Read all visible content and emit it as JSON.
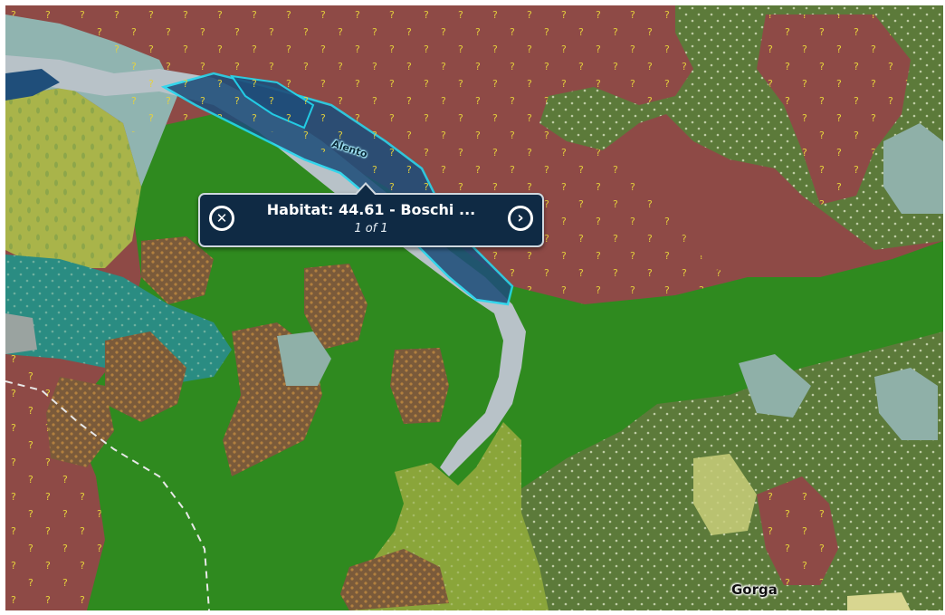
{
  "map": {
    "colors": {
      "red_habitat": "#8e4a46",
      "forest_green": "#2f8a1f",
      "olive_green": "#5c7a3a",
      "brown_patch": "#7a5a3a",
      "teal": "#2a8c82",
      "yellow_green": "#8aa53a",
      "river_grey": "#b8c2c8",
      "selected_blue": "#1f4e7a",
      "selection_outline": "#22d8f0"
    },
    "labels": {
      "river": "Alento",
      "town": "Gorga"
    }
  },
  "popup": {
    "title": "Habitat: 44.61 - Boschi ...",
    "count": "1 of 1",
    "close_icon": "close-circle-icon",
    "next_icon": "chevron-right-circle-icon"
  }
}
